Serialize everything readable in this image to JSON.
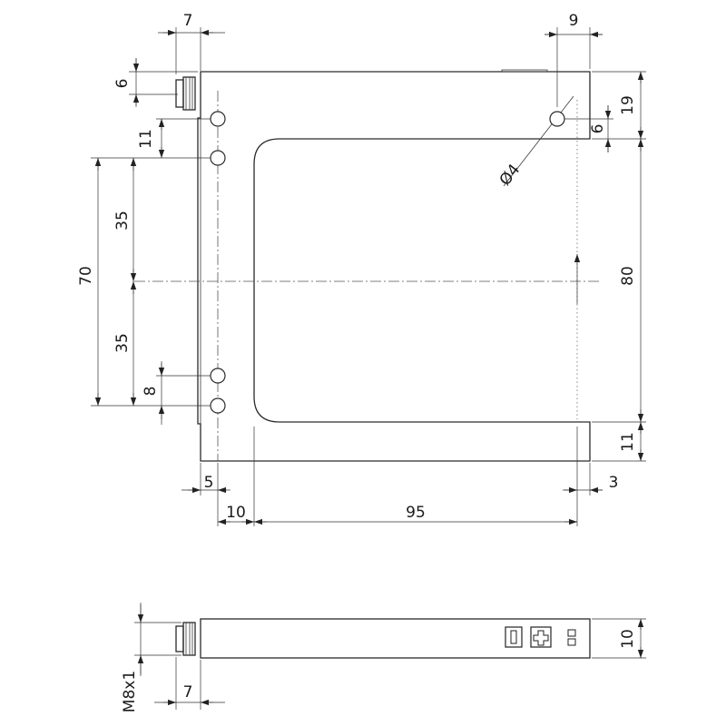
{
  "dimensions": {
    "connector_width_top": "7",
    "right_offset_top": "9",
    "connector_offset": "6",
    "top_to_hole": "19",
    "hole_to_slot": "6",
    "hole_spacing_upper": "11",
    "hole_pattern_total": "70",
    "half_pattern_upper": "35",
    "half_pattern_lower": "35",
    "slot_depth": "80",
    "hole_spacing_lower": "8",
    "arm_thickness": "11",
    "left_wall_hole_offset": "5",
    "left_wall_width": "10",
    "slot_width": "95",
    "right_edge_gap": "3",
    "hole_diameter": "Ø4",
    "thread_size": "M8x1",
    "connector_width_bottom": "7",
    "side_thickness": "10"
  },
  "icons": [
    "minus-button-icon",
    "plus-button-icon",
    "led-indicator-icon"
  ]
}
